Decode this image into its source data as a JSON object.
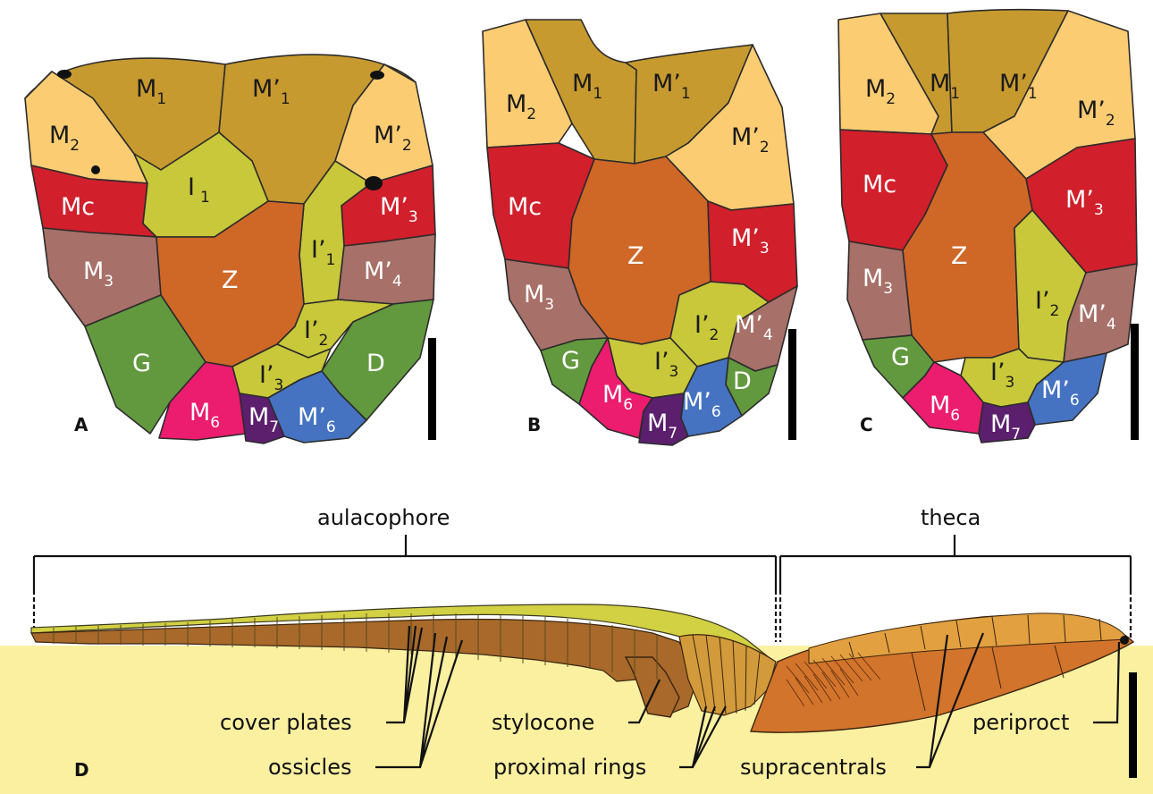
{
  "panels": {
    "a": "A",
    "b": "B",
    "c": "C",
    "d": "D"
  },
  "plates": {
    "M1": "M",
    "M1_sub": "1",
    "M1p": "M’",
    "M1p_sub": "1",
    "M2": "M",
    "M2_sub": "2",
    "M2p": "M’",
    "M2p_sub": "2",
    "Mc": "Mc",
    "M3": "M",
    "M3_sub": "3",
    "M3p": "M’",
    "M3p_sub": "3",
    "M4p": "M’",
    "M4p_sub": "4",
    "I1": "I",
    "I1_sub": "1",
    "I1p": "I’",
    "I1p_sub": "1",
    "I2p": "I’",
    "I2p_sub": "2",
    "I3p": "I’",
    "I3p_sub": "3",
    "Z": "Z",
    "G": "G",
    "D": "D",
    "M6": "M",
    "M6_sub": "6",
    "M6p": "M’",
    "M6p_sub": "6",
    "M7": "M",
    "M7_sub": "7"
  },
  "regions": {
    "aulacophore": "aulacophore",
    "theca": "theca"
  },
  "callouts": {
    "cover_plates": "cover plates",
    "ossicles": "ossicles",
    "stylocone": "stylocone",
    "proximal_rings": "proximal rings",
    "supracentrals": "supracentrals",
    "periproct": "periproct"
  },
  "colors": {
    "M1": "#c79a2f",
    "M2": "#fccc72",
    "Mc": "#d11f2b",
    "I": "#c8c83a",
    "Z": "#cf6727",
    "M3": "#a77068",
    "G": "#62993e",
    "D": "#62993e",
    "M6": "#ec1c6e",
    "M7": "#5b1f6e",
    "M6p": "#4573c2",
    "sediment": "#faf0a0",
    "aulacophore_top": "#d2d043",
    "ossicle": "#a8692a",
    "theca_body": "#d2742b",
    "theca_top": "#e2a040"
  }
}
